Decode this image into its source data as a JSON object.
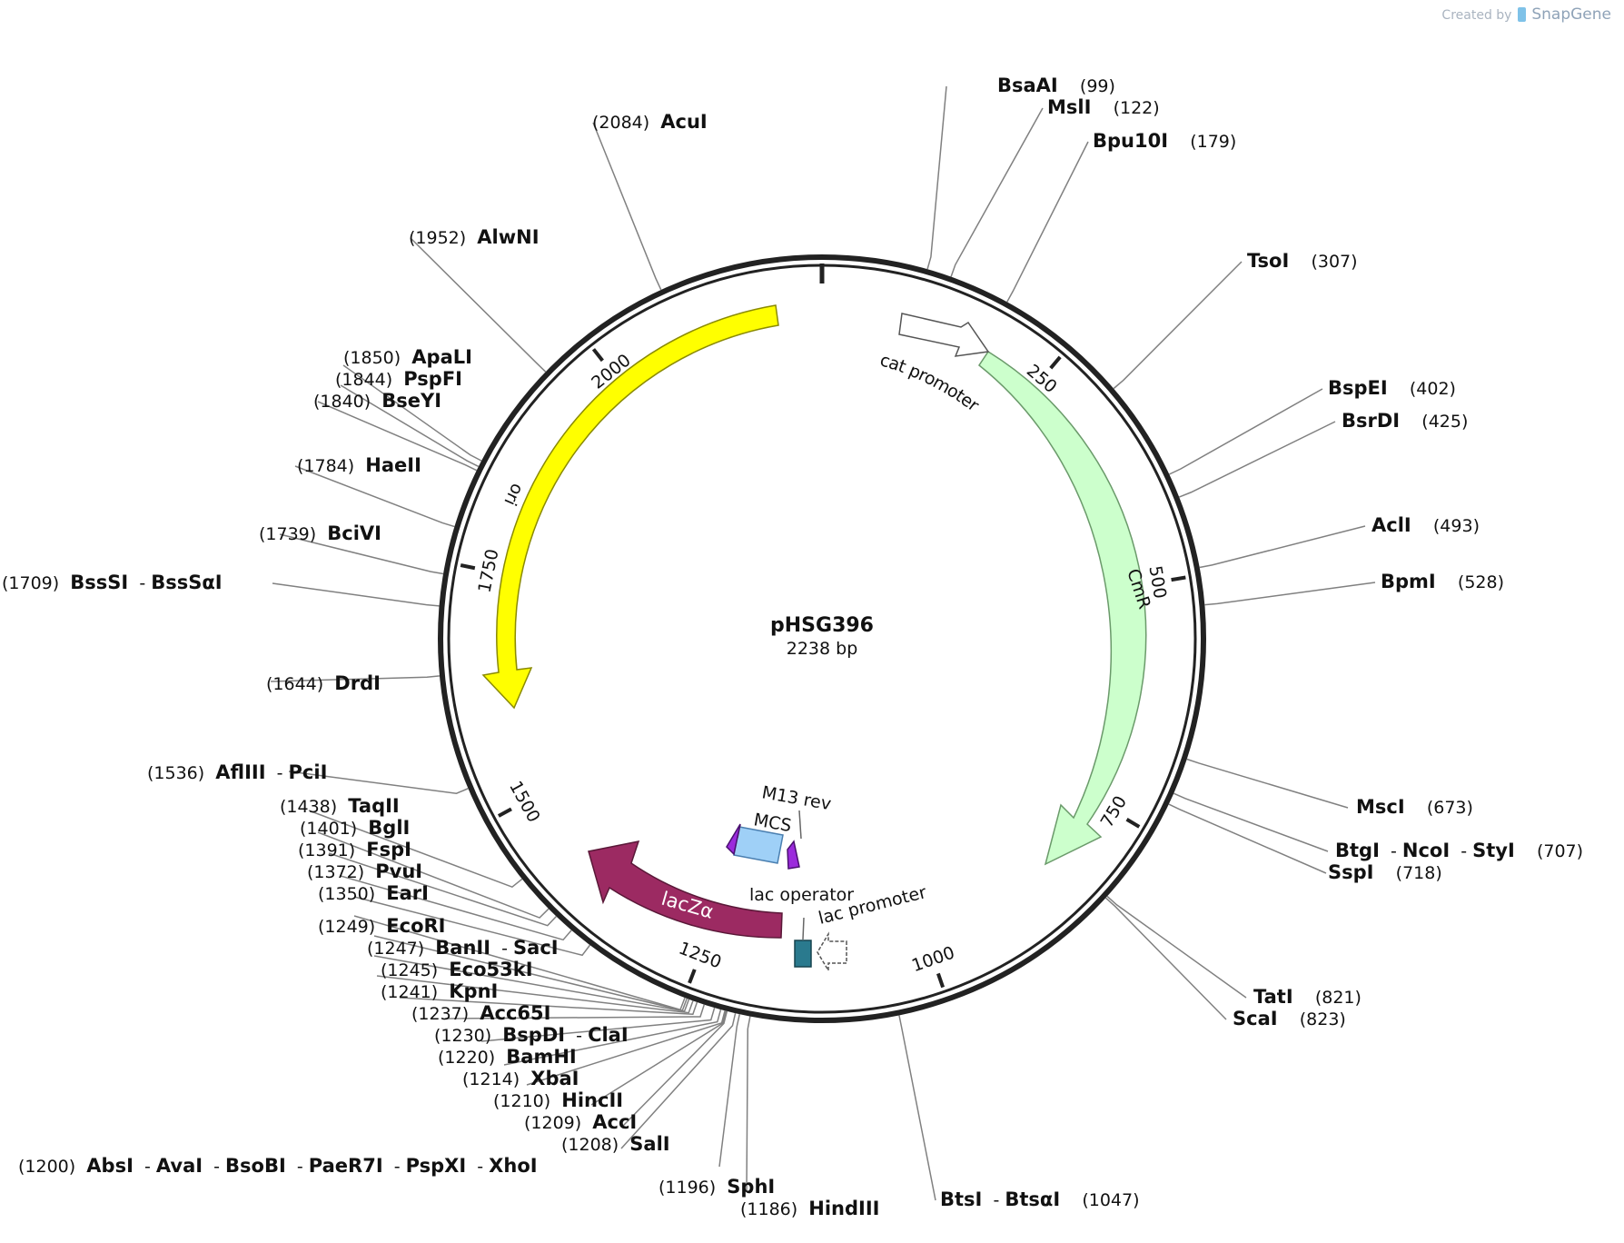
{
  "credit": {
    "created_by": "Created by",
    "brand": "SnapGene"
  },
  "plasmid": {
    "name": "pHSG396",
    "length_label": "2238 bp",
    "length": 2238
  },
  "ticks": [
    "250",
    "500",
    "750",
    "1000",
    "1250",
    "1500",
    "1750",
    "2000"
  ],
  "features": {
    "ori": "ori",
    "cmr": "CmR",
    "lacz": "lacZα",
    "cat_promoter": "cat promoter",
    "lac_promoter": "lac promoter",
    "lac_operator": "lac operator",
    "m13rev": "M13 rev",
    "mcs": "MCS"
  },
  "sites": [
    {
      "enzymes": [
        "BsaAI"
      ],
      "pos": "(99)"
    },
    {
      "enzymes": [
        "MslI"
      ],
      "pos": "(122)"
    },
    {
      "enzymes": [
        "Bpu10I"
      ],
      "pos": "(179)"
    },
    {
      "enzymes": [
        "TsoI"
      ],
      "pos": "(307)"
    },
    {
      "enzymes": [
        "BspEI"
      ],
      "pos": "(402)"
    },
    {
      "enzymes": [
        "BsrDI"
      ],
      "pos": "(425)"
    },
    {
      "enzymes": [
        "AclI"
      ],
      "pos": "(493)"
    },
    {
      "enzymes": [
        "BpmI"
      ],
      "pos": "(528)"
    },
    {
      "enzymes": [
        "MscI"
      ],
      "pos": "(673)"
    },
    {
      "enzymes": [
        "BtgI",
        "NcoI",
        "StyI"
      ],
      "pos": "(707)"
    },
    {
      "enzymes": [
        "SspI"
      ],
      "pos": "(718)"
    },
    {
      "enzymes": [
        "TatI"
      ],
      "pos": "(821)"
    },
    {
      "enzymes": [
        "ScaI"
      ],
      "pos": "(823)"
    },
    {
      "enzymes": [
        "BtsI",
        "BtsαI"
      ],
      "pos": "(1047)"
    },
    {
      "enzymes": [
        "HindIII"
      ],
      "pos": "(1186)"
    },
    {
      "enzymes": [
        "SphI"
      ],
      "pos": "(1196)"
    },
    {
      "enzymes": [
        "AbsI",
        "AvaI",
        "BsoBI",
        "PaeR7I",
        "PspXI",
        "XhoI"
      ],
      "pos": "(1200)"
    },
    {
      "enzymes": [
        "SalI"
      ],
      "pos": "(1208)"
    },
    {
      "enzymes": [
        "AccI"
      ],
      "pos": "(1209)"
    },
    {
      "enzymes": [
        "HincII"
      ],
      "pos": "(1210)"
    },
    {
      "enzymes": [
        "XbaI"
      ],
      "pos": "(1214)"
    },
    {
      "enzymes": [
        "BamHI"
      ],
      "pos": "(1220)"
    },
    {
      "enzymes": [
        "BspDI",
        "ClaI"
      ],
      "pos": "(1230)"
    },
    {
      "enzymes": [
        "Acc65I"
      ],
      "pos": "(1237)"
    },
    {
      "enzymes": [
        "KpnI"
      ],
      "pos": "(1241)"
    },
    {
      "enzymes": [
        "Eco53kI"
      ],
      "pos": "(1245)"
    },
    {
      "enzymes": [
        "BanII",
        "SacI"
      ],
      "pos": "(1247)"
    },
    {
      "enzymes": [
        "EcoRI"
      ],
      "pos": "(1249)"
    },
    {
      "enzymes": [
        "EarI"
      ],
      "pos": "(1350)"
    },
    {
      "enzymes": [
        "PvuI"
      ],
      "pos": "(1372)"
    },
    {
      "enzymes": [
        "FspI"
      ],
      "pos": "(1391)"
    },
    {
      "enzymes": [
        "BglI"
      ],
      "pos": "(1401)"
    },
    {
      "enzymes": [
        "TaqII"
      ],
      "pos": "(1438)"
    },
    {
      "enzymes": [
        "AflIII",
        "PciI"
      ],
      "pos": "(1536)"
    },
    {
      "enzymes": [
        "DrdI"
      ],
      "pos": "(1644)"
    },
    {
      "enzymes": [
        "BssSI",
        "BssSαI"
      ],
      "pos": "(1709)"
    },
    {
      "enzymes": [
        "BciVI"
      ],
      "pos": "(1739)"
    },
    {
      "enzymes": [
        "HaeII"
      ],
      "pos": "(1784)"
    },
    {
      "enzymes": [
        "BseYI"
      ],
      "pos": "(1840)"
    },
    {
      "enzymes": [
        "PspFI"
      ],
      "pos": "(1844)"
    },
    {
      "enzymes": [
        "ApaLI"
      ],
      "pos": "(1850)"
    },
    {
      "enzymes": [
        "AlwNI"
      ],
      "pos": "(1952)"
    },
    {
      "enzymes": [
        "AcuI"
      ],
      "pos": "(2084)"
    }
  ]
}
